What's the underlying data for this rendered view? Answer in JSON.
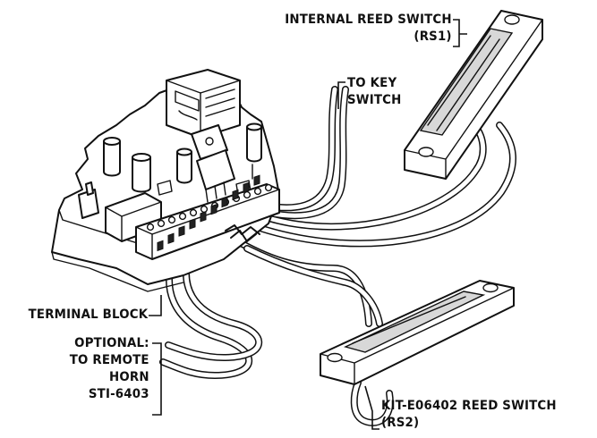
{
  "labels": {
    "internal_reed_switch": [
      "INTERNAL REED SWITCH",
      "(RS1)"
    ],
    "to_key_switch": [
      "TO KEY",
      "SWITCH"
    ],
    "terminal_block": [
      "TERMINAL BLOCK"
    ],
    "optional_horn": [
      "OPTIONAL:",
      "TO REMOTE",
      "HORN",
      "STI-6403"
    ],
    "kit_reed_switch": [
      "KIT-E06402 REED SWITCH",
      "(RS2)"
    ]
  }
}
